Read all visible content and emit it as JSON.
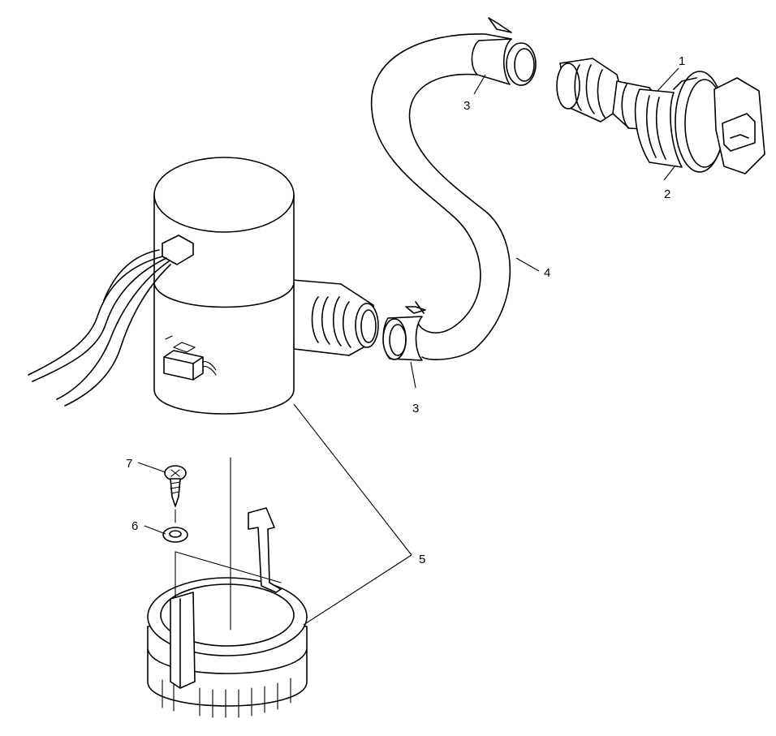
{
  "callouts": [
    {
      "id": "callout-1",
      "label": "1"
    },
    {
      "id": "callout-2",
      "label": "2"
    },
    {
      "id": "callout-3a",
      "label": "3"
    },
    {
      "id": "callout-3b",
      "label": "3"
    },
    {
      "id": "callout-4",
      "label": "4"
    },
    {
      "id": "callout-5",
      "label": "5"
    },
    {
      "id": "callout-6",
      "label": "6"
    },
    {
      "id": "callout-7",
      "label": "7"
    }
  ]
}
